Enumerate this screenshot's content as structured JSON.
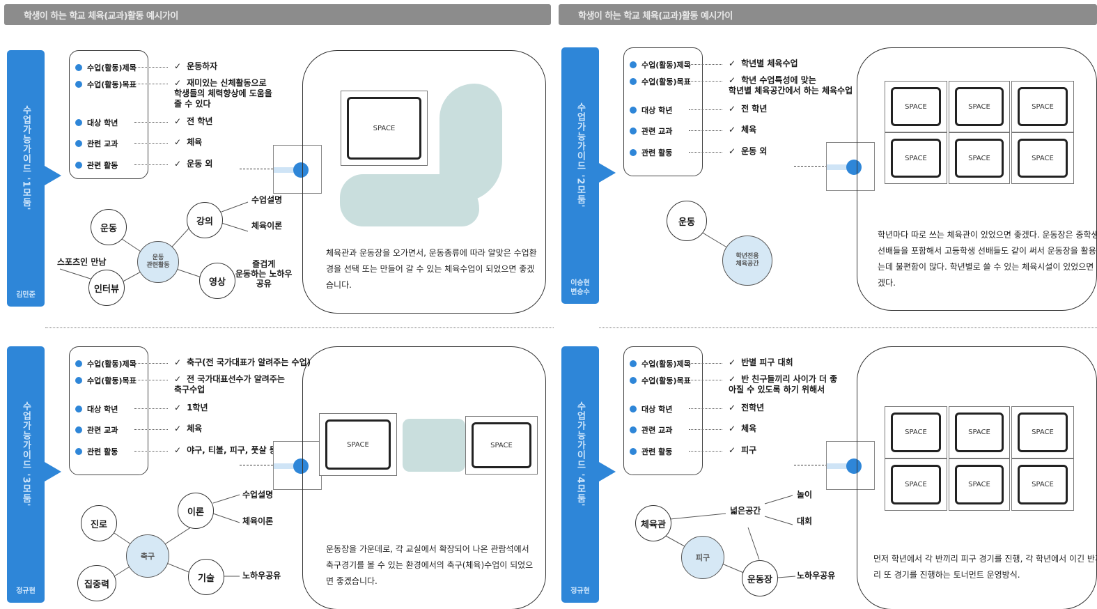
{
  "header": {
    "left_title": "학생이 하는 학교 체육(교과)활동 예시가이",
    "right_title": "학생이 하는 학교 체육(교과)활동 예시가이"
  },
  "colors": {
    "accent": "#2e86d8",
    "hub_fill": "#d6e8f5",
    "blob": "#c9dedd",
    "header_bar": "#8c8c8c"
  },
  "field_labels": [
    "수업(활동)제목",
    "수업(활동)목표",
    "대상 학년",
    "관련 교과",
    "관련 활동"
  ],
  "panels": [
    {
      "side_title": "수업가능가이드 '1모둠'",
      "side_author": "김민준",
      "values": [
        "운동하자",
        "재미있는 신체활동으로\n학생들의 체력향상에 도움을\n줄 수 있다",
        "전 학년",
        "체육",
        "운동 외"
      ],
      "hub": "운동\n관련활동",
      "bubbles": [
        "운동",
        "강의",
        "인터뷰",
        "영상"
      ],
      "words": [
        "수업설명",
        "체육이론",
        "스포츠인 만남",
        "즐겁게\n운동하는 노하우\n공유"
      ],
      "scene_label": "SPACE",
      "description": "체육관과 운동장을 오가면서, 운동종류에 따라 알맞은 수업환경을 선택 또는 만들어 갈 수 있는 체육수업이 되었으면 좋겠습니다."
    },
    {
      "side_title": "수업가능가이드 '2모둠'",
      "side_author": "이승현\n변승수",
      "values": [
        "학년별 체육수업",
        "학년 수업특성에 맞는\n학년별 체육공간에서 하는 체육수업",
        "전 학년",
        "체육",
        "운동 외"
      ],
      "hub": "학년전용\n체육공간",
      "bubbles": [
        "운동"
      ],
      "words": [],
      "scene_label": "SPACE",
      "description": "학년마다 따로 쓰는 체육관이 있었으면 좋겠다. 운동장은 중학생 선배들을 포함해서 고등학생 선배들도 같이 써서 운동장을 활용하는데 불편함이 많다. 학년별로 쓸 수 있는 체육시설이 있었으면 좋겠다."
    },
    {
      "side_title": "수업가능가이드 '3모둠'",
      "side_author": "정규현",
      "values": [
        "축구(전 국가대표가 알려주는 수업)",
        "전 국가대표선수가 알려주는\n축구수업",
        "1학년",
        "체육",
        "야구, 티볼, 피구, 풋살 등"
      ],
      "hub": "축구",
      "bubbles": [
        "진로",
        "이론",
        "집중력",
        "기술"
      ],
      "words": [
        "수업설명",
        "체육이론",
        "노하우공유"
      ],
      "scene_label": "SPACE",
      "description": "운동장을 가운데로, 각 교실에서 확장되어 나온 관람석에서 축구경기를 볼 수 있는 환경에서의 축구(체육)수업이 되었으면 좋겠습니다."
    },
    {
      "side_title": "수업가능가이드 '4모둠'",
      "side_author": "정규현",
      "values": [
        "반별 피구 대회",
        "반 친구들끼리 사이가 더 좋\n아질 수 있도록 하기 위해서",
        "전학년",
        "체육",
        "피구"
      ],
      "hub": "피구",
      "bubbles": [
        "체육관",
        "운동장"
      ],
      "words": [
        "넓은공간",
        "놀이",
        "대회",
        "노하우공유"
      ],
      "scene_label": "SPACE",
      "description": "먼저 학년에서 각 반끼리 피구 경기를 진행, 각 학년에서 이긴 반끼리 또 경기를 진행하는 토너먼트 운영방식."
    }
  ]
}
